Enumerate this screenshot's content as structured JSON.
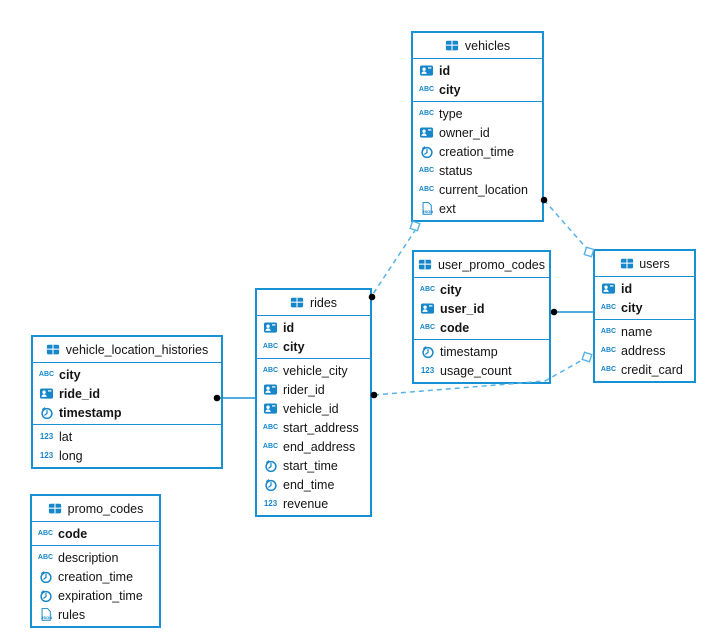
{
  "diagram": {
    "tables": [
      {
        "title": "vehicles",
        "key_fields": [
          {
            "name": "id",
            "type": "id"
          },
          {
            "name": "city",
            "type": "text"
          }
        ],
        "fields": [
          {
            "name": "type",
            "type": "text"
          },
          {
            "name": "owner_id",
            "type": "id"
          },
          {
            "name": "creation_time",
            "type": "time"
          },
          {
            "name": "status",
            "type": "text"
          },
          {
            "name": "current_location",
            "type": "text"
          },
          {
            "name": "ext",
            "type": "json"
          }
        ]
      },
      {
        "title": "user_promo_codes",
        "key_fields": [
          {
            "name": "city",
            "type": "text"
          },
          {
            "name": "user_id",
            "type": "id"
          },
          {
            "name": "code",
            "type": "text"
          }
        ],
        "fields": [
          {
            "name": "timestamp",
            "type": "time"
          },
          {
            "name": "usage_count",
            "type": "number"
          }
        ]
      },
      {
        "title": "users",
        "key_fields": [
          {
            "name": "id",
            "type": "id"
          },
          {
            "name": "city",
            "type": "text"
          }
        ],
        "fields": [
          {
            "name": "name",
            "type": "text"
          },
          {
            "name": "address",
            "type": "text"
          },
          {
            "name": "credit_card",
            "type": "text"
          }
        ]
      },
      {
        "title": "rides",
        "key_fields": [
          {
            "name": "id",
            "type": "id"
          },
          {
            "name": "city",
            "type": "text"
          }
        ],
        "fields": [
          {
            "name": "vehicle_city",
            "type": "text"
          },
          {
            "name": "rider_id",
            "type": "id"
          },
          {
            "name": "vehicle_id",
            "type": "id"
          },
          {
            "name": "start_address",
            "type": "text"
          },
          {
            "name": "end_address",
            "type": "text"
          },
          {
            "name": "start_time",
            "type": "time"
          },
          {
            "name": "end_time",
            "type": "time"
          },
          {
            "name": "revenue",
            "type": "number"
          }
        ]
      },
      {
        "title": "vehicle_location_histories",
        "key_fields": [
          {
            "name": "city",
            "type": "text"
          },
          {
            "name": "ride_id",
            "type": "id"
          },
          {
            "name": "timestamp",
            "type": "time"
          }
        ],
        "fields": [
          {
            "name": "lat",
            "type": "number"
          },
          {
            "name": "long",
            "type": "number"
          }
        ]
      },
      {
        "title": "promo_codes",
        "key_fields": [
          {
            "name": "code",
            "type": "text"
          }
        ],
        "fields": [
          {
            "name": "description",
            "type": "text"
          },
          {
            "name": "creation_time",
            "type": "time"
          },
          {
            "name": "expiration_time",
            "type": "time"
          },
          {
            "name": "rules",
            "type": "json"
          }
        ]
      }
    ],
    "connections": [
      {
        "from": "vehicles",
        "to": "users",
        "style": "dashed"
      },
      {
        "from": "vehicles",
        "to": "rides",
        "style": "dashed"
      },
      {
        "from": "user_promo_codes",
        "to": "users",
        "style": "solid"
      },
      {
        "from": "rides",
        "to": "users",
        "style": "dashed"
      },
      {
        "from": "vehicle_location_histories",
        "to": "rides",
        "style": "solid"
      }
    ]
  },
  "colors": {
    "table_border": "#1791d3",
    "icon_blue": "#1787c9",
    "dashed_line": "#56b2e6",
    "solid_line": "#1791d3",
    "dot": "#000000",
    "text": "#141414"
  },
  "icon_types": {
    "id": "ABC id-card",
    "text": "ABC",
    "number": "123",
    "time": "clock",
    "json": "json-document",
    "table": "table-grid"
  }
}
